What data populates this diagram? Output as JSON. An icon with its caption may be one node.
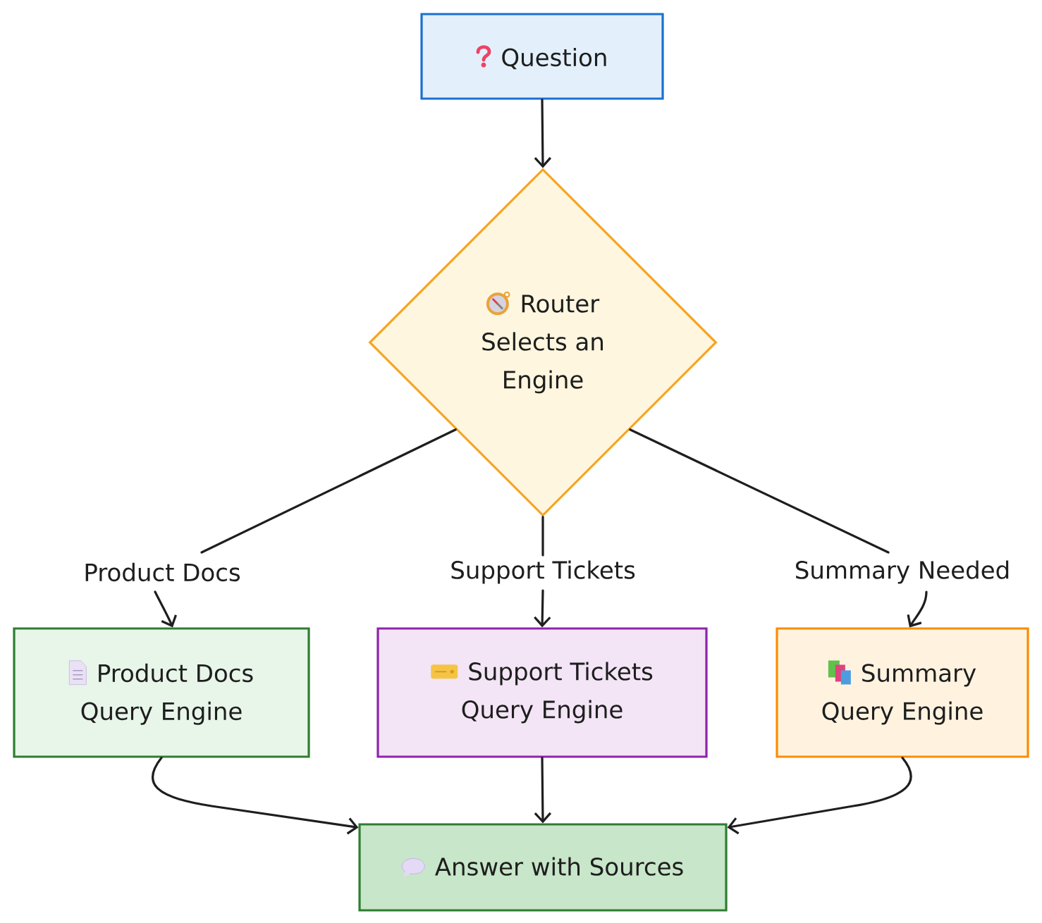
{
  "diagram": {
    "nodes": [
      {
        "text": [
          "Question"
        ]
      },
      {
        "text": [
          "Router Selects an Engine"
        ]
      },
      {
        "text": [
          "Product Docs Query Engine"
        ]
      },
      {
        "text": [
          "Support Tickets Query Engine"
        ]
      },
      {
        "text": [
          "Summary Query Engine"
        ]
      },
      {
        "text": [
          "Answer with Sources"
        ]
      }
    ],
    "edges": [
      {
        "from": 0,
        "to": 1,
        "arrow": "to"
      },
      {
        "from": 1,
        "to": 2,
        "arrow": "to",
        "label": "Product Docs"
      },
      {
        "from": 1,
        "to": 3,
        "arrow": "to",
        "label": "Support Tickets"
      },
      {
        "from": 1,
        "to": 4,
        "arrow": "to",
        "label": "Summary Needed"
      },
      {
        "from": 2,
        "to": 5,
        "arrow": "to"
      },
      {
        "from": 3,
        "to": 5,
        "arrow": "to"
      },
      {
        "from": 4,
        "to": 5,
        "arrow": "to"
      }
    ]
  }
}
